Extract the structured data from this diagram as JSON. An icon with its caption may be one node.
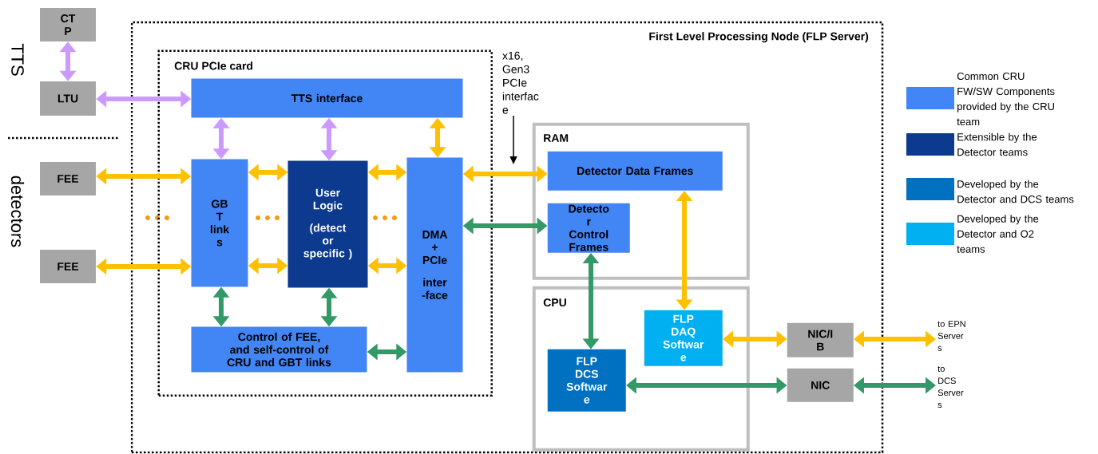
{
  "diagram": {
    "nodes": [
      {
        "text": [
          "First Level Processing Node (FLP Server)"
        ]
      },
      {
        "text": [
          "CRU PCIe card"
        ],
        "in": 0
      },
      {
        "text": [
          "RAM"
        ],
        "in": 0
      },
      {
        "text": [
          "CPU"
        ],
        "in": 0
      },
      {
        "text": [
          "CT P"
        ]
      },
      {
        "text": [
          "LTU"
        ]
      },
      {
        "text": [
          "FEE"
        ]
      },
      {
        "text": [
          "FEE"
        ]
      },
      {
        "text": [
          "TTS interface"
        ],
        "in": 1
      },
      {
        "text": [
          "GB T link s"
        ],
        "in": 1
      },
      {
        "text": [
          "User Logic",
          "(detect or specific )"
        ],
        "in": 1
      },
      {
        "text": [
          "DMA + PCIe",
          "inter -face"
        ],
        "in": 1
      },
      {
        "text": [
          "Control of FEE, and self-control of CRU and GBT links"
        ],
        "in": 1
      },
      {
        "text": [
          "Detector Data Frames"
        ],
        "in": 2
      },
      {
        "text": [
          "Detecto r Control Frames"
        ],
        "in": 2
      },
      {
        "text": [
          "FLP DAQ Softwar e"
        ],
        "in": 3
      },
      {
        "text": [
          "FLP DCS Softwar e"
        ],
        "in": 3
      },
      {
        "text": [
          "NIC/I B"
        ],
        "in": 0
      },
      {
        "text": [
          "NIC"
        ],
        "in": 0
      },
      {
        "text": [
          "to EPN Server s"
        ]
      },
      {
        "text": [
          "to DCS Server s"
        ]
      },
      {
        "text": [
          "x16, Gen3 PCIe interfac e"
        ],
        "in": 0
      }
    ],
    "edges": [
      {
        "from": 4,
        "to": 5,
        "arrow": "both",
        "color": "#cc99ff"
      },
      {
        "from": 5,
        "to": 8,
        "arrow": "both",
        "color": "#cc99ff"
      },
      {
        "from": 8,
        "to": 9,
        "arrow": "both",
        "color": "#cc99ff"
      },
      {
        "from": 8,
        "to": 10,
        "arrow": "both",
        "color": "#cc99ff"
      },
      {
        "from": 8,
        "to": 11,
        "arrow": "both"
      },
      {
        "from": 6,
        "to": 9,
        "arrow": "both"
      },
      {
        "from": 7,
        "to": 9,
        "arrow": "both"
      },
      {
        "from": 9,
        "to": 10,
        "arrow": "both"
      },
      {
        "from": 9,
        "to": 10,
        "arrow": "both"
      },
      {
        "from": 10,
        "to": 11,
        "arrow": "both"
      },
      {
        "from": 10,
        "to": 11,
        "arrow": "both"
      },
      {
        "from": 9,
        "to": 12,
        "arrow": "both",
        "color": "#339966"
      },
      {
        "from": 10,
        "to": 12,
        "arrow": "both",
        "color": "#339966"
      },
      {
        "from": 12,
        "to": 11,
        "arrow": "both",
        "color": "#339966"
      },
      {
        "from": 11,
        "to": 13,
        "arrow": "both"
      },
      {
        "from": 11,
        "to": 14,
        "arrow": "both",
        "color": "#339966"
      },
      {
        "from": 13,
        "to": 15,
        "arrow": "both"
      },
      {
        "from": 14,
        "to": 16,
        "arrow": "both",
        "color": "#339966"
      },
      {
        "from": 15,
        "to": 17,
        "arrow": "both"
      },
      {
        "from": 16,
        "to": 18,
        "arrow": "both",
        "color": "#339966"
      },
      {
        "from": 17,
        "to": 19,
        "arrow": "both"
      },
      {
        "from": 18,
        "to": 20,
        "arrow": "both",
        "color": "#339966"
      },
      {
        "from": 21,
        "to": null,
        "arrow": "to",
        "color": "#000000"
      }
    ],
    "labels": [
      "TTS",
      "detectors"
    ],
    "legend": [
      {
        "text": "Common CRU FW/SW Components provided by the CRU team",
        "color": "#4285f4"
      },
      {
        "text": "Extensible by the Detector teams",
        "color": "#0b3a8f"
      },
      {
        "text": "Developed by the Detector and DCS teams",
        "color": "#0070c0"
      },
      {
        "text": "Developed by the Detector and O2 teams",
        "color": "#00b0f0"
      }
    ]
  }
}
